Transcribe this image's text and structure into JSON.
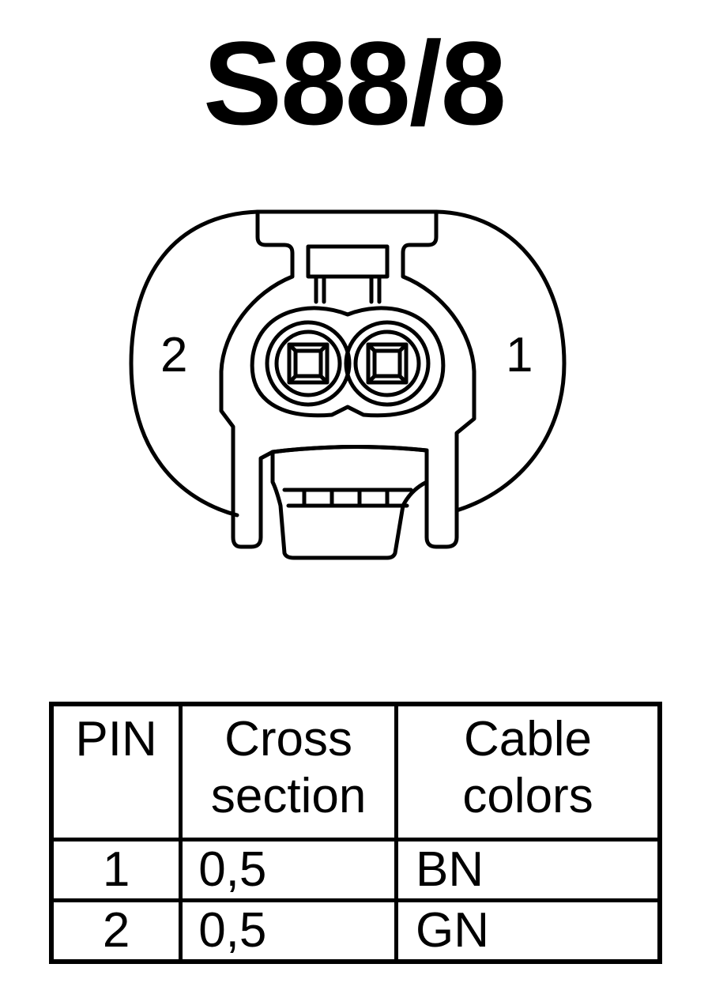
{
  "title": "S88/8",
  "pin_labels": {
    "left": "2",
    "right": "1"
  },
  "table": {
    "headers": {
      "pin": "PIN",
      "cross_section": "Cross\nsection",
      "cable_colors": "Cable\ncolors"
    },
    "rows": [
      {
        "pin": "1",
        "cross_section": "0,5",
        "cable_color": "BN"
      },
      {
        "pin": "2",
        "cross_section": "0,5",
        "cable_color": "GN"
      }
    ]
  }
}
